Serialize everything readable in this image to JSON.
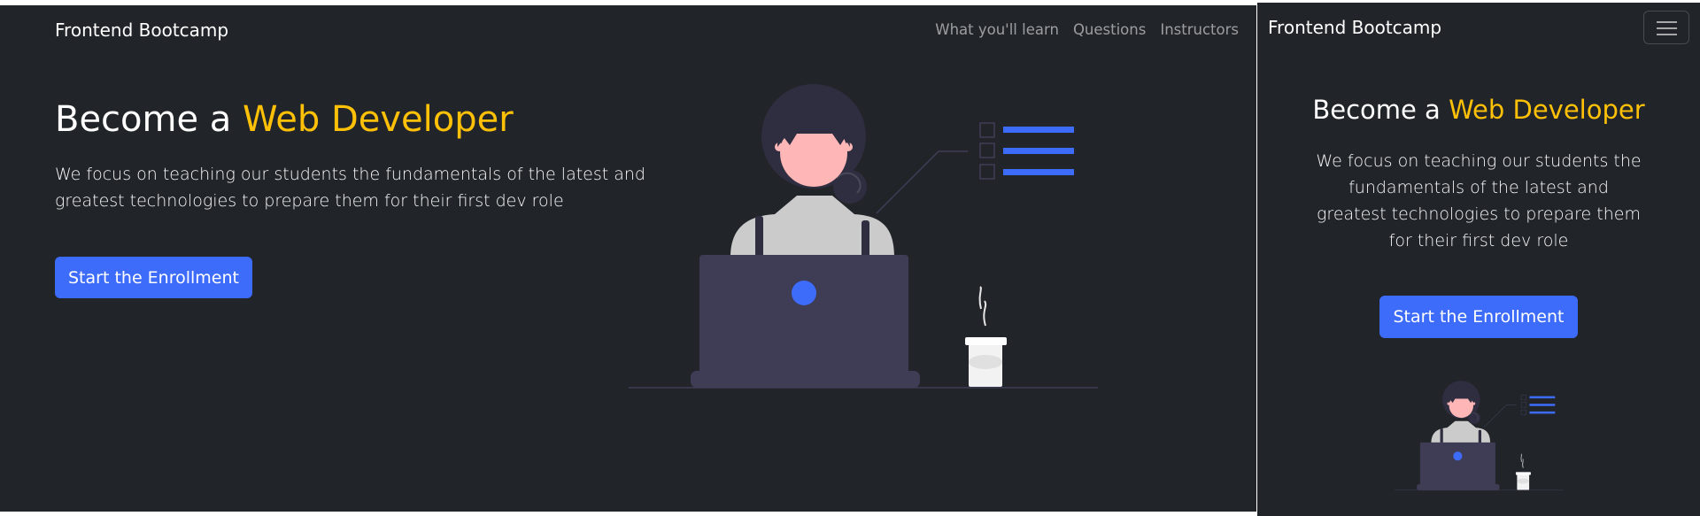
{
  "brand": "Frontend Bootcamp",
  "nav": {
    "learn": "What you'll learn",
    "questions": "Questions",
    "instructors": "Instructors"
  },
  "hero": {
    "title_prefix": "Become a ",
    "title_highlight": "Web Developer",
    "lead": "We focus on teaching our students the fundamentals of the latest and greatest technologies to prepare them for their first dev role",
    "cta": "Start the Enrollment"
  },
  "colors": {
    "background": "#212529",
    "highlight": "#ffc107",
    "primary": "#3d6bfa"
  },
  "icons": {
    "menu": "hamburger-icon",
    "illustration": "developer-at-laptop-illustration"
  }
}
